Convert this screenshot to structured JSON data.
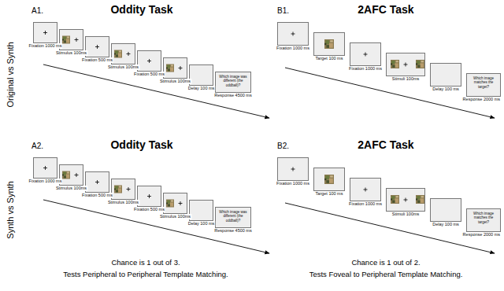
{
  "diagram": {
    "nodes": [
      {
        "text": [
          "Fixation 1000 ms"
        ]
      },
      {
        "text": [
          "Stimulus 100ms"
        ]
      },
      {
        "text": [
          "Fixation 500 ms"
        ]
      },
      {
        "text": [
          "Stimulus 100ms"
        ]
      },
      {
        "text": [
          "Fixation 500 ms"
        ]
      },
      {
        "text": [
          "Stimulus 100ms"
        ]
      },
      {
        "text": [
          "Delay 100 ms"
        ]
      },
      {
        "text": [
          "Which image was different (the oddball)?",
          "Response 4500 ms"
        ]
      },
      {
        "text": [
          "Fixation 1000 ms"
        ]
      },
      {
        "text": [
          "Target 100 ms"
        ]
      },
      {
        "text": [
          "Fixation 1000 ms"
        ]
      },
      {
        "text": [
          "Stimuli 100ms"
        ]
      },
      {
        "text": [
          "Delay 100 ms"
        ]
      },
      {
        "text": [
          "Which image matches the target?",
          "Response 2000 ms"
        ]
      },
      {
        "text": [
          "Fixation 1000 ms"
        ]
      },
      {
        "text": [
          "Stimulus 100ms"
        ]
      },
      {
        "text": [
          "Fixation 500 ms"
        ]
      },
      {
        "text": [
          "Stimulus 100ms"
        ]
      },
      {
        "text": [
          "Fixation 500 ms"
        ]
      },
      {
        "text": [
          "Stimulus 100ms"
        ]
      },
      {
        "text": [
          "Delay 100 ms"
        ]
      },
      {
        "text": [
          "Which image was different (the oddball)?",
          "Response 4500 ms"
        ]
      },
      {
        "text": [
          "Fixation 1000 ms"
        ]
      },
      {
        "text": [
          "Target 100 ms"
        ]
      },
      {
        "text": [
          "Fixation 1000 ms"
        ]
      },
      {
        "text": [
          "Stimuli 100ms"
        ]
      },
      {
        "text": [
          "Delay 100 ms"
        ]
      },
      {
        "text": [
          "Which image matches the target?",
          "Response 2000 ms"
        ]
      }
    ],
    "labels": [
      "Original vs Synth",
      "A1.",
      "Oddity Task",
      "B1.",
      "2AFC Task",
      "Synth vs Synth",
      "A2.",
      "Oddity Task",
      "B2.",
      "2AFC Task",
      "Chance is 1 out of 3.",
      "Tests Peripheral to Peripheral Template Matching.",
      "Chance is 1 out of 2.",
      "Tests Foveal to Peripheral Template Matching."
    ]
  }
}
